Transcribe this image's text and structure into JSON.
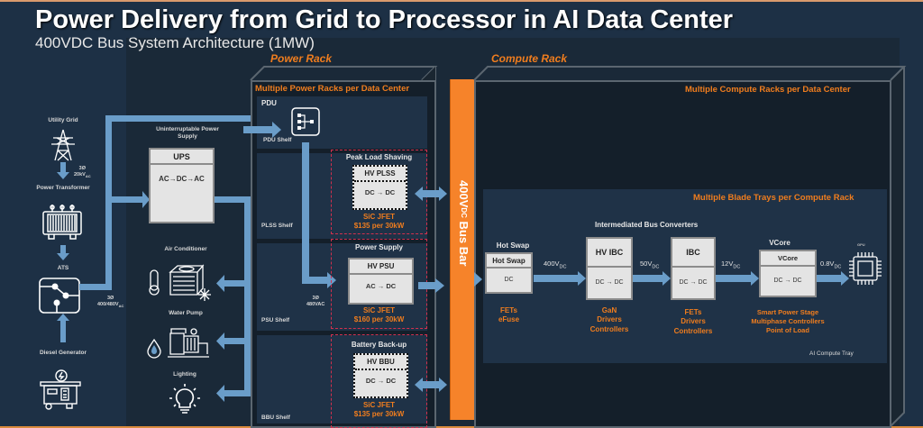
{
  "header": {
    "title": "Power Delivery from Grid to Processor in AI Data Center",
    "subtitle": "400VDC Bus System Architecture (1MW)"
  },
  "colors": {
    "accent_orange": "#f07d1e",
    "busbar_orange": "#f6832a",
    "flow_blue": "#6a9dc9",
    "dashed_red": "#d3304e",
    "background": "#1d3045"
  },
  "grid_side": {
    "utility_grid": "Utility Grid",
    "grid_voltage": {
      "phase": "3Ø",
      "value": "20kV",
      "sub": "AC"
    },
    "power_transformer": "Power Transformer",
    "ats": "ATS",
    "ats_voltage": {
      "phase": "3Ø",
      "value": "400/480V",
      "sub": "AC"
    },
    "diesel_generator": "Diesel Generator",
    "ups_caption": "Uninterruptable Power Supply",
    "ups_title": "UPS",
    "ups_body": "AC→DC→AC",
    "loads": [
      {
        "label": "Air Conditioner",
        "icon": "air-conditioner-icon"
      },
      {
        "label": "Water Pump",
        "icon": "water-pump-icon"
      },
      {
        "label": "Lighting",
        "icon": "light-bulb-icon"
      }
    ]
  },
  "power_rack": {
    "label": "Power Rack",
    "header": "Multiple Power Racks per Data Center",
    "pdu": {
      "title": "PDU",
      "shelf": "PDU Shelf"
    },
    "psu_input": {
      "phase": "3Ø",
      "value": "480VAC"
    },
    "shelves": [
      {
        "shelf": "PLSS Shelf",
        "group": "Peak Load Shaving",
        "title": "HV PLSS",
        "body": "DC → DC",
        "tech": "SiC JFET",
        "cost": "$135 per 30kW"
      },
      {
        "shelf": "PSU Shelf",
        "group": "Power Supply",
        "title": "HV PSU",
        "body": "AC → DC",
        "tech": "SiC JFET",
        "cost": "$160 per 30kW"
      },
      {
        "shelf": "BBU Shelf",
        "group": "Battery Back-up",
        "title": "HV BBU",
        "body": "DC → DC",
        "tech": "SiC JFET",
        "cost": "$135 per 30kW"
      }
    ]
  },
  "busbar": {
    "prefix": "400V",
    "sub": "DC",
    "suffix": " Bus Bar"
  },
  "compute_rack": {
    "label": "Compute Rack",
    "header": "Multiple Compute Racks per Data Center",
    "tray_header": "Multiple  Blade Trays per Compute Rack",
    "tray_label": "AI Compute Tray",
    "ibc_group": "Intermediated Bus Converters",
    "stages": [
      {
        "caption": "Hot Swap",
        "title": "Hot Swap",
        "body": "DC",
        "parts": [
          "FETs",
          "eFuse"
        ]
      },
      {
        "caption": "",
        "title": "HV IBC",
        "body": "DC → DC",
        "parts": [
          "GaN",
          "Drivers",
          "Controllers"
        ]
      },
      {
        "caption": "",
        "title": "IBC",
        "body": "DC → DC",
        "parts": [
          "FETs",
          "Drivers",
          "Controllers"
        ]
      },
      {
        "caption": "VCore",
        "title": "VCore",
        "body": "DC → DC",
        "parts": [
          "Smart Power Stage",
          "Multiphase Controllers",
          "Point of Load"
        ]
      }
    ],
    "voltages": [
      {
        "value": "400V",
        "sub": "DC"
      },
      {
        "value": "50V",
        "sub": "DC"
      },
      {
        "value": "12V",
        "sub": "DC"
      },
      {
        "value": "0.8V",
        "sub": "DC"
      }
    ],
    "gpu_label": "GPU"
  }
}
